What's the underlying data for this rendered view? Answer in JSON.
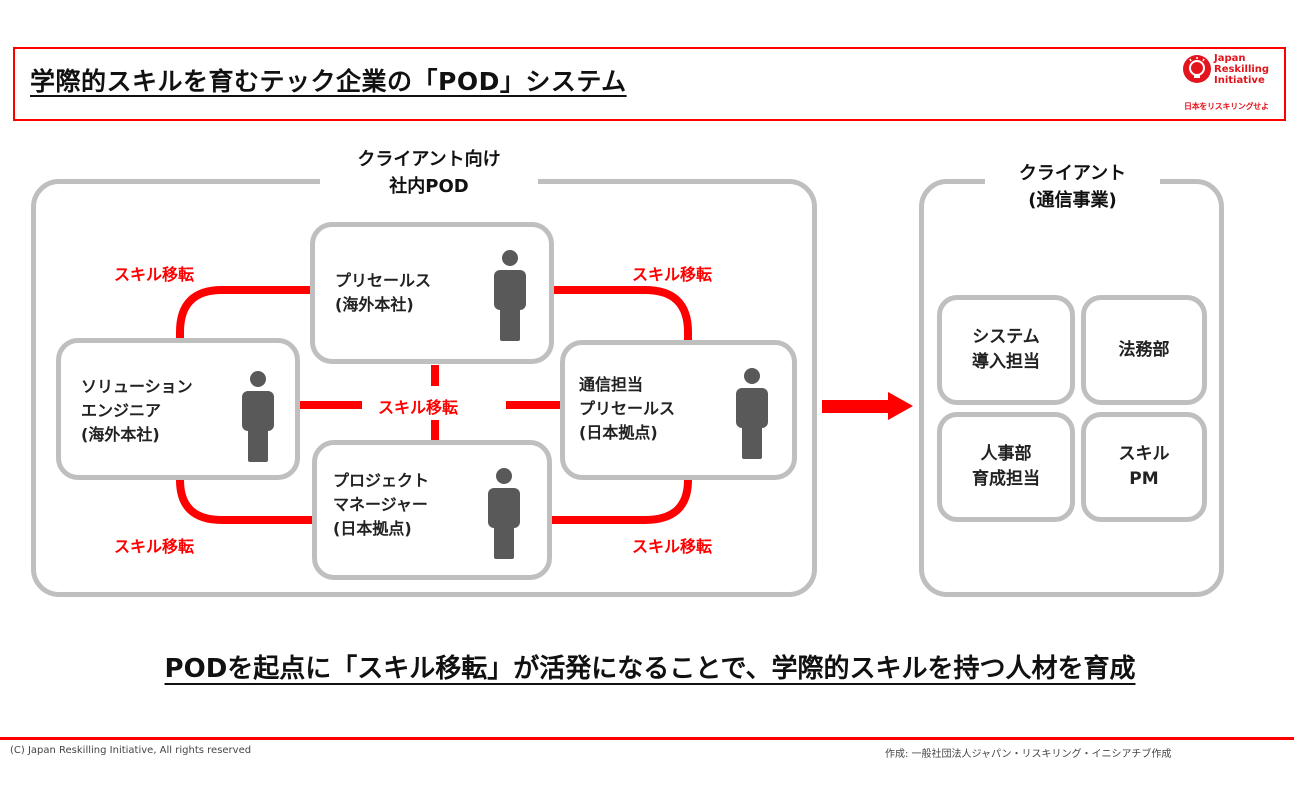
{
  "header": {
    "title": "学際的スキルを育むテック企業の「POD」システム",
    "logo": {
      "name": "Japan Reskilling Initiative",
      "line1": "Japan",
      "line2": "Reskilling",
      "line3": "Initiative",
      "tagline": "日本をリスキリングせよ",
      "icon": "lightbulb-head-icon"
    }
  },
  "pod": {
    "label_line1": "クライアント向け",
    "label_line2": "社内POD",
    "members": [
      {
        "line1": "プリセールス",
        "line2": "(海外本社)",
        "line3": "",
        "icon": "person-icon"
      },
      {
        "line1": "ソリューション",
        "line2": "エンジニア",
        "line3": "(海外本社)",
        "icon": "person-icon"
      },
      {
        "line1": "通信担当",
        "line2": "プリセールス",
        "line3": "(日本拠点)",
        "icon": "person-icon"
      },
      {
        "line1": "プロジェクト",
        "line2": "マネージャー",
        "line3": "(日本拠点)",
        "icon": "person-icon"
      }
    ],
    "skill_transfer_labels": {
      "top_left": "スキル移転",
      "top_right": "スキル移転",
      "center": "スキル移転",
      "bottom_left": "スキル移転",
      "bottom_right": "スキル移転"
    }
  },
  "client": {
    "label_line1": "クライアント",
    "label_line2": "(通信事業)",
    "departments": [
      {
        "line1": "システム",
        "line2": "導入担当"
      },
      {
        "line1": "法務部",
        "line2": ""
      },
      {
        "line1": "人事部",
        "line2": "育成担当"
      },
      {
        "line1": "スキル",
        "line2": "PM"
      }
    ]
  },
  "bottom_message": "PODを起点に「スキル移転」が活発になることで、学際的スキルを持つ人材を育成",
  "footer": {
    "copyright": "(C) Japan Reskilling Initiative, All rights reserved",
    "credit": "作成: 一般社団法人ジャパン・リスキリング・イニシアチブ作成"
  },
  "colors": {
    "accent": "#ff0000",
    "border_gray": "#bfbfbf",
    "person_gray": "#595959"
  }
}
